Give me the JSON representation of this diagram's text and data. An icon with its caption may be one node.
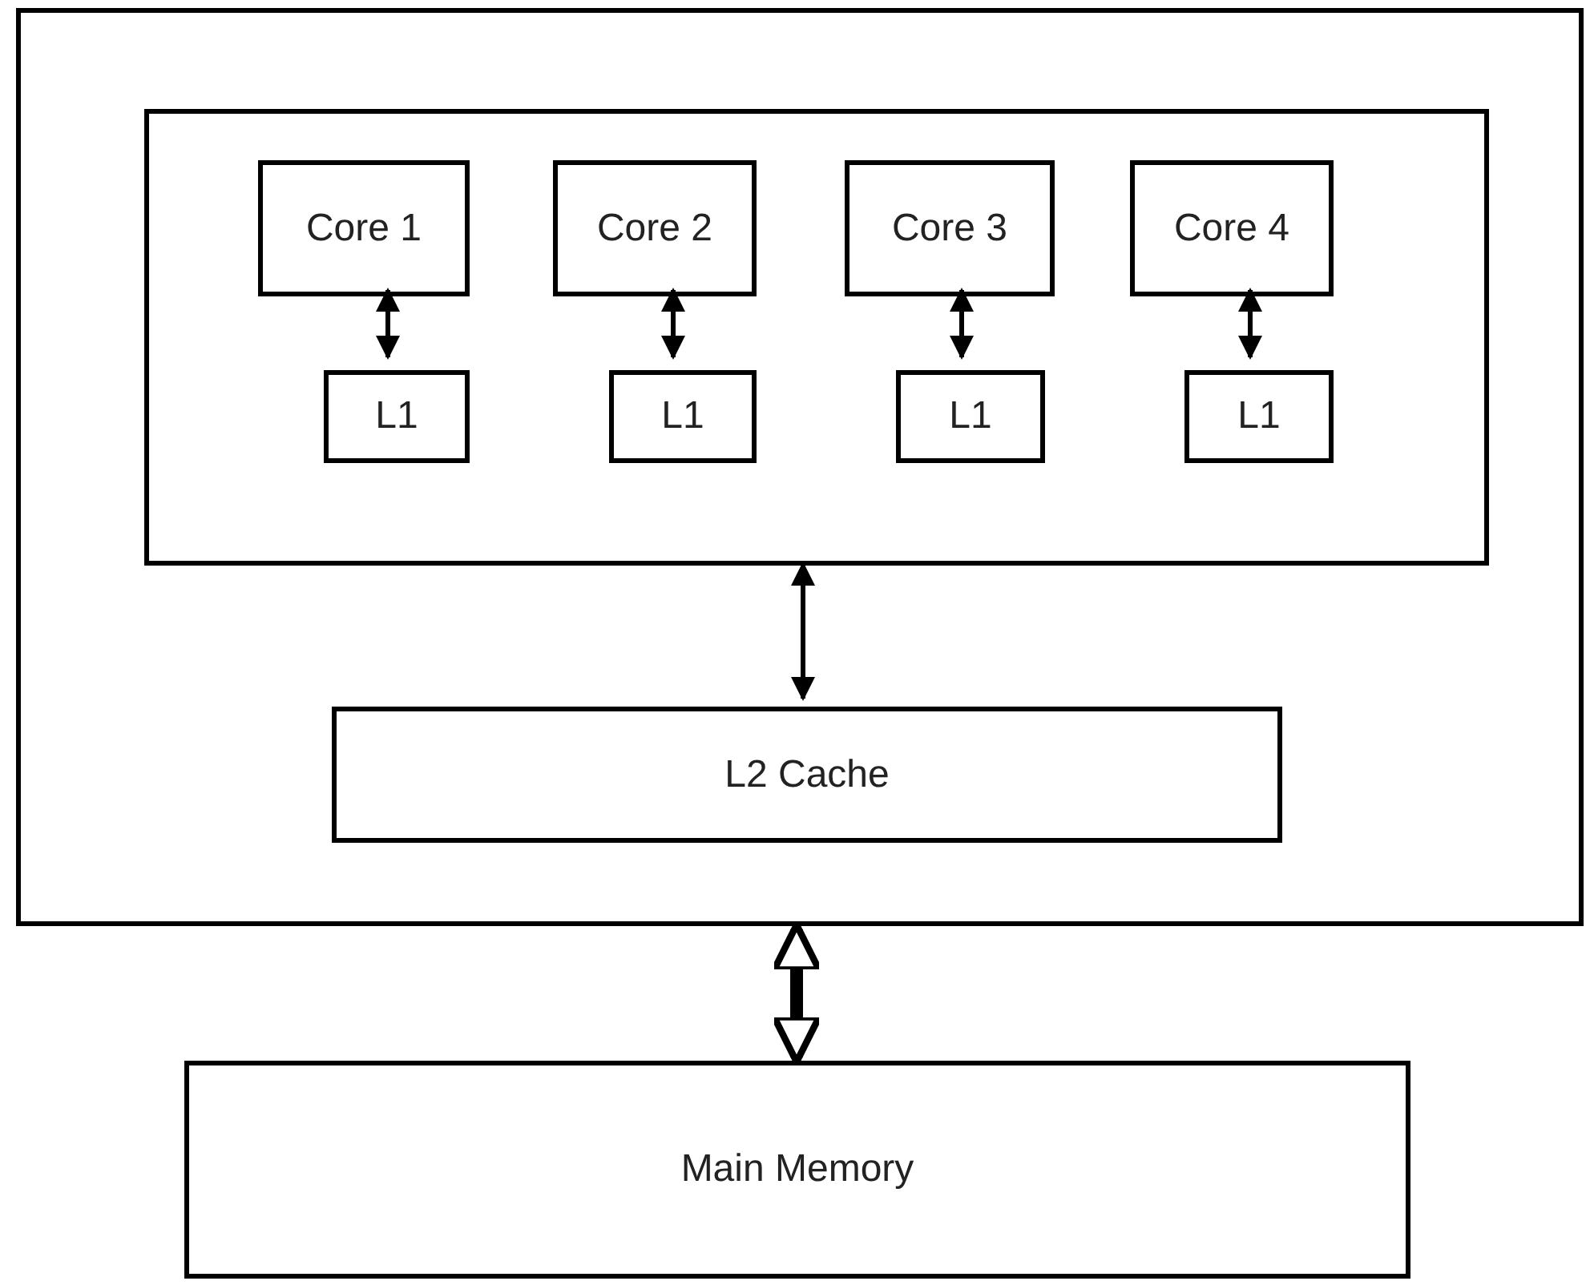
{
  "diagram": {
    "nodes": [
      {
        "text": [],
        "shape": "box"
      },
      {
        "text": [],
        "shape": "box",
        "in": 0
      },
      {
        "text": [
          "Core 1"
        ],
        "in": 1
      },
      {
        "text": [
          "Core 2"
        ],
        "in": 1
      },
      {
        "text": [
          "Core 3"
        ],
        "in": 1
      },
      {
        "text": [
          "Core 4"
        ],
        "in": 1
      },
      {
        "text": [
          "L1"
        ],
        "in": 1
      },
      {
        "text": [
          "L1"
        ],
        "in": 1
      },
      {
        "text": [
          "L1"
        ],
        "in": 1
      },
      {
        "text": [
          "L1"
        ],
        "in": 1
      },
      {
        "text": [
          "L2 Cache"
        ],
        "in": 0
      },
      {
        "text": [
          "Main Memory"
        ]
      }
    ],
    "edges": [
      {
        "from": 2,
        "to": 6,
        "arrow": "both"
      },
      {
        "from": 3,
        "to": 7,
        "arrow": "both"
      },
      {
        "from": 4,
        "to": 8,
        "arrow": "both"
      },
      {
        "from": 5,
        "to": 9,
        "arrow": "both"
      },
      {
        "from": 1,
        "to": 10,
        "arrow": "both"
      },
      {
        "from": 0,
        "to": 11,
        "arrow": "both",
        "style": "thick"
      }
    ]
  }
}
